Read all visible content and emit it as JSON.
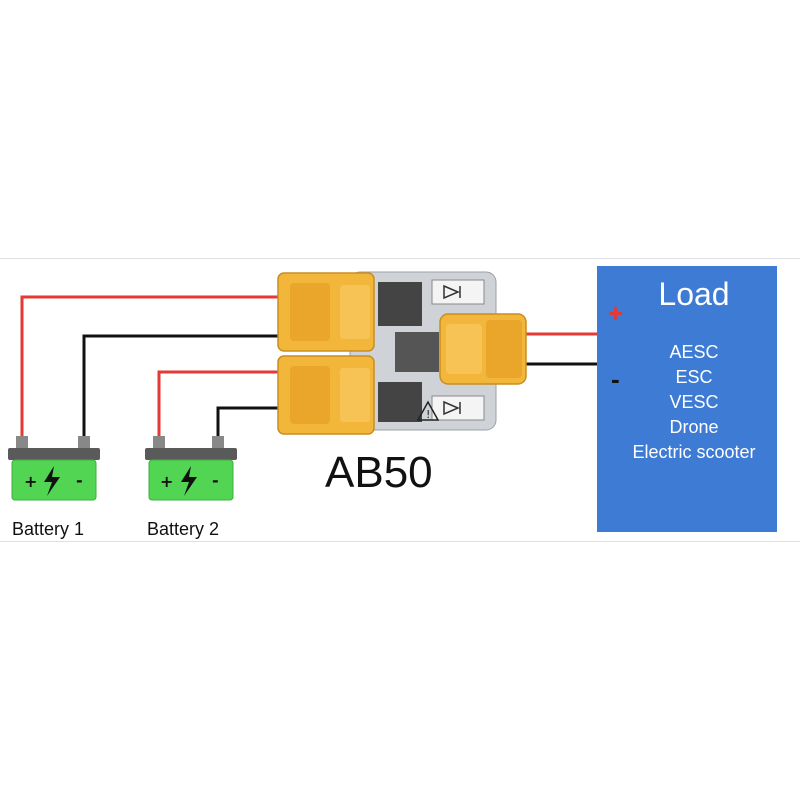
{
  "model": "AB50",
  "batteries": [
    {
      "label": "Battery 1"
    },
    {
      "label": "Battery 2"
    }
  ],
  "load": {
    "title": "Load",
    "items": [
      "AESC",
      "ESC",
      "VESC",
      "Drone",
      "Electric scooter"
    ],
    "positive_symbol": "+",
    "negative_symbol": "-"
  },
  "colors": {
    "positive_wire": "#e53935",
    "negative_wire": "#111111",
    "load_box": "#3d7bd4",
    "connector": "#f2b73a",
    "battery_body": "#52d552"
  }
}
